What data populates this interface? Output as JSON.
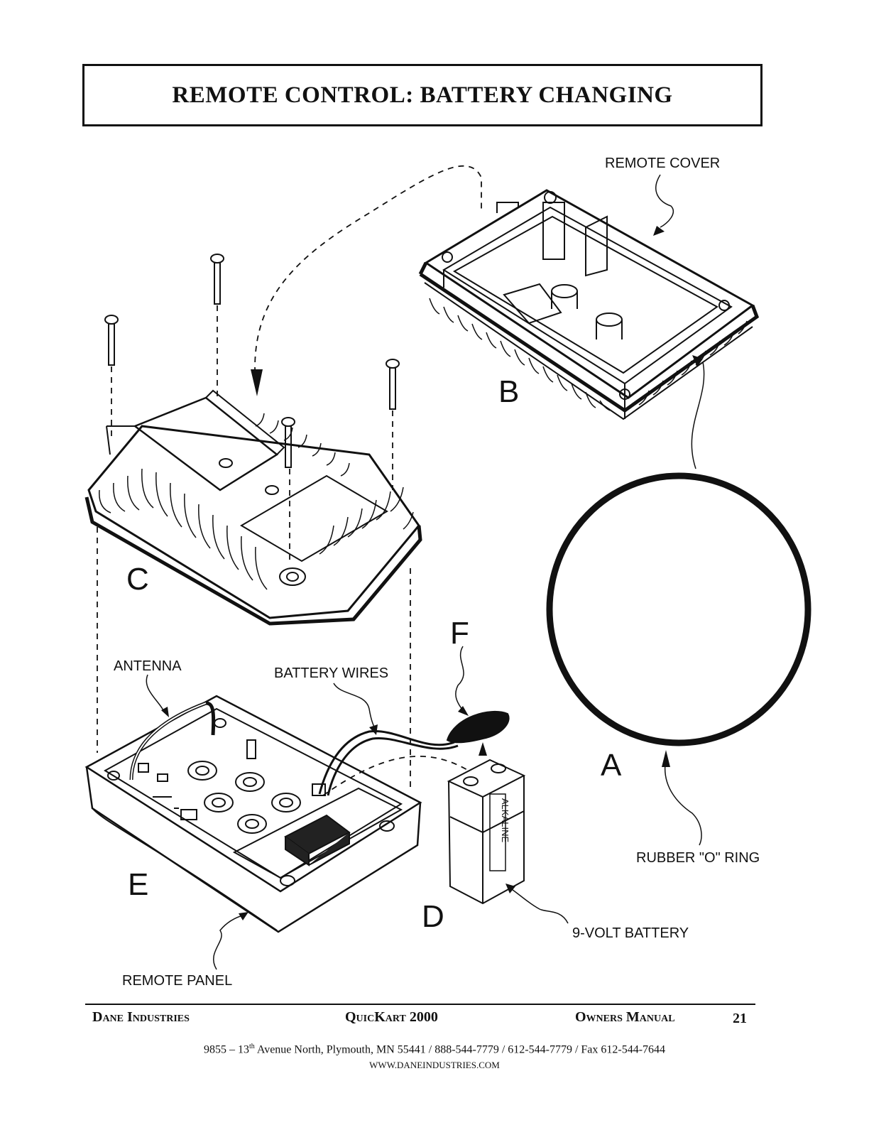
{
  "title": "REMOTE CONTROL: BATTERY CHANGING",
  "labels": {
    "remote_cover": "REMOTE COVER",
    "antenna": "ANTENNA",
    "battery_wires": "BATTERY WIRES",
    "rubber_o_ring": "RUBBER \"O\" RING",
    "nine_volt_battery": "9-VOLT BATTERY",
    "remote_panel": "REMOTE PANEL",
    "battery_brand": "ALKALINE"
  },
  "parts": {
    "a": "A",
    "b": "B",
    "c": "C",
    "d": "D",
    "e": "E",
    "f": "F"
  },
  "footer": {
    "company": "Dane Industries",
    "product": "QuicKart 2000",
    "manual": "Owners Manual",
    "page": "21"
  },
  "address_parts": {
    "prefix": "9855 – 13",
    "superscript": "th",
    "rest": " Avenue North,  Plymouth, MN  55441  /  888-544-7779  /  612-544-7779  /  Fax 612-544-7644"
  },
  "website": "WWW.DANEINDUSTRIES.COM"
}
